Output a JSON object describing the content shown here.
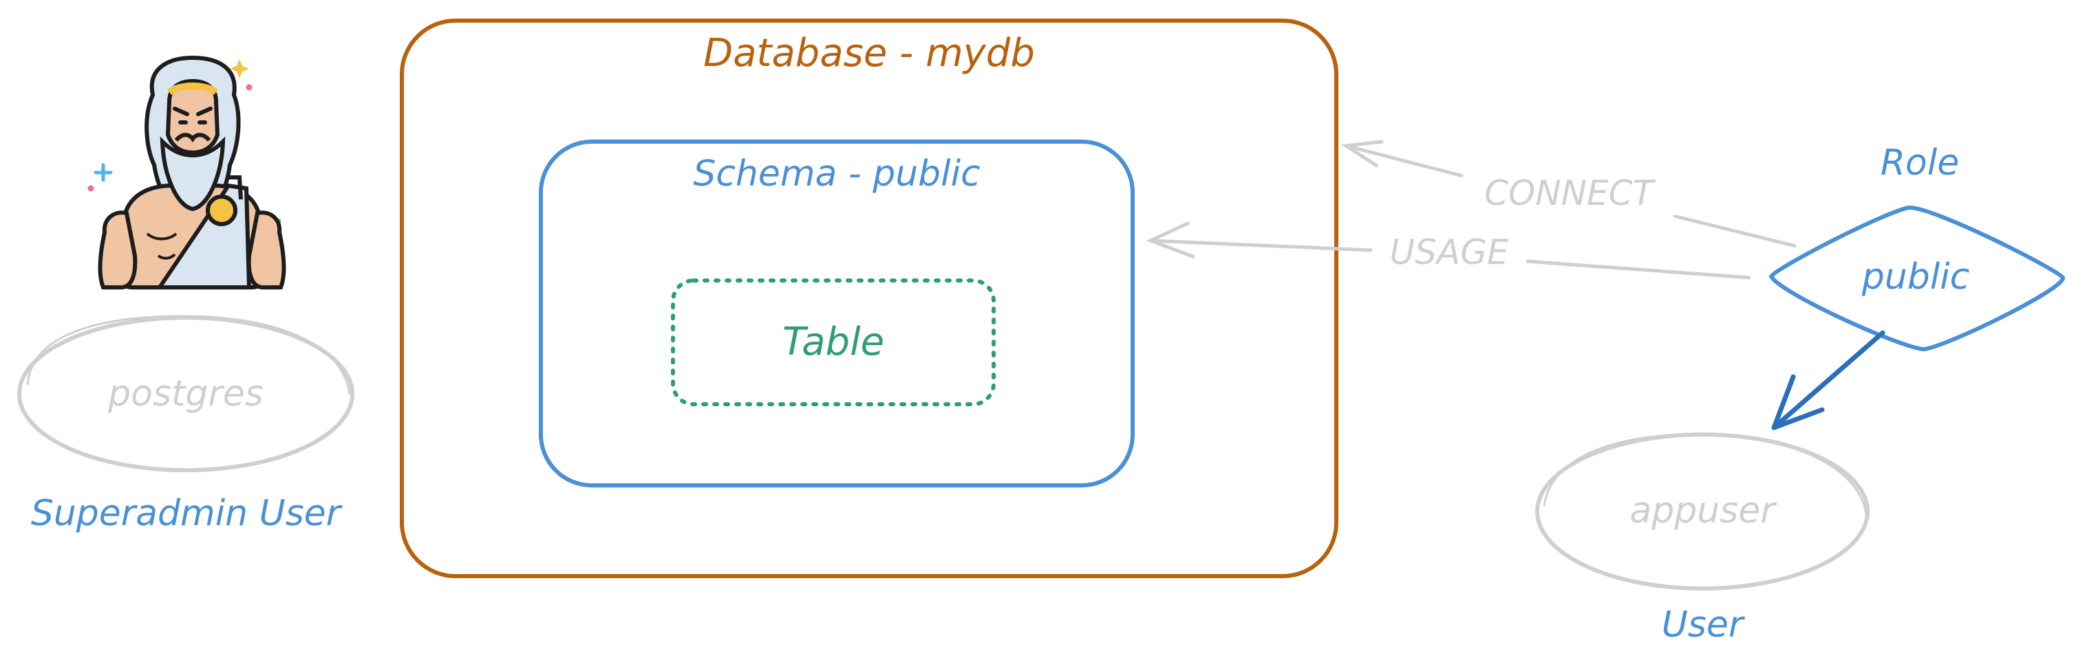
{
  "colors": {
    "database": "#b8620e",
    "schema": "#4a90d6",
    "table": "#2e9e74",
    "inactive": "#cfcfcf",
    "role": "#4a90d6",
    "membership_arrow": "#2a6fb8"
  },
  "database": {
    "label": "Database - mydb"
  },
  "schema": {
    "label": "Schema - public"
  },
  "table": {
    "label": "Table"
  },
  "superuser": {
    "name": "postgres",
    "caption": "Superadmin User",
    "icon": "zeus-avatar-icon"
  },
  "role": {
    "caption": "Role",
    "name": "public"
  },
  "user": {
    "name": "appuser",
    "caption": "User"
  },
  "edges": {
    "connect": "CONNECT",
    "usage": "USAGE"
  }
}
